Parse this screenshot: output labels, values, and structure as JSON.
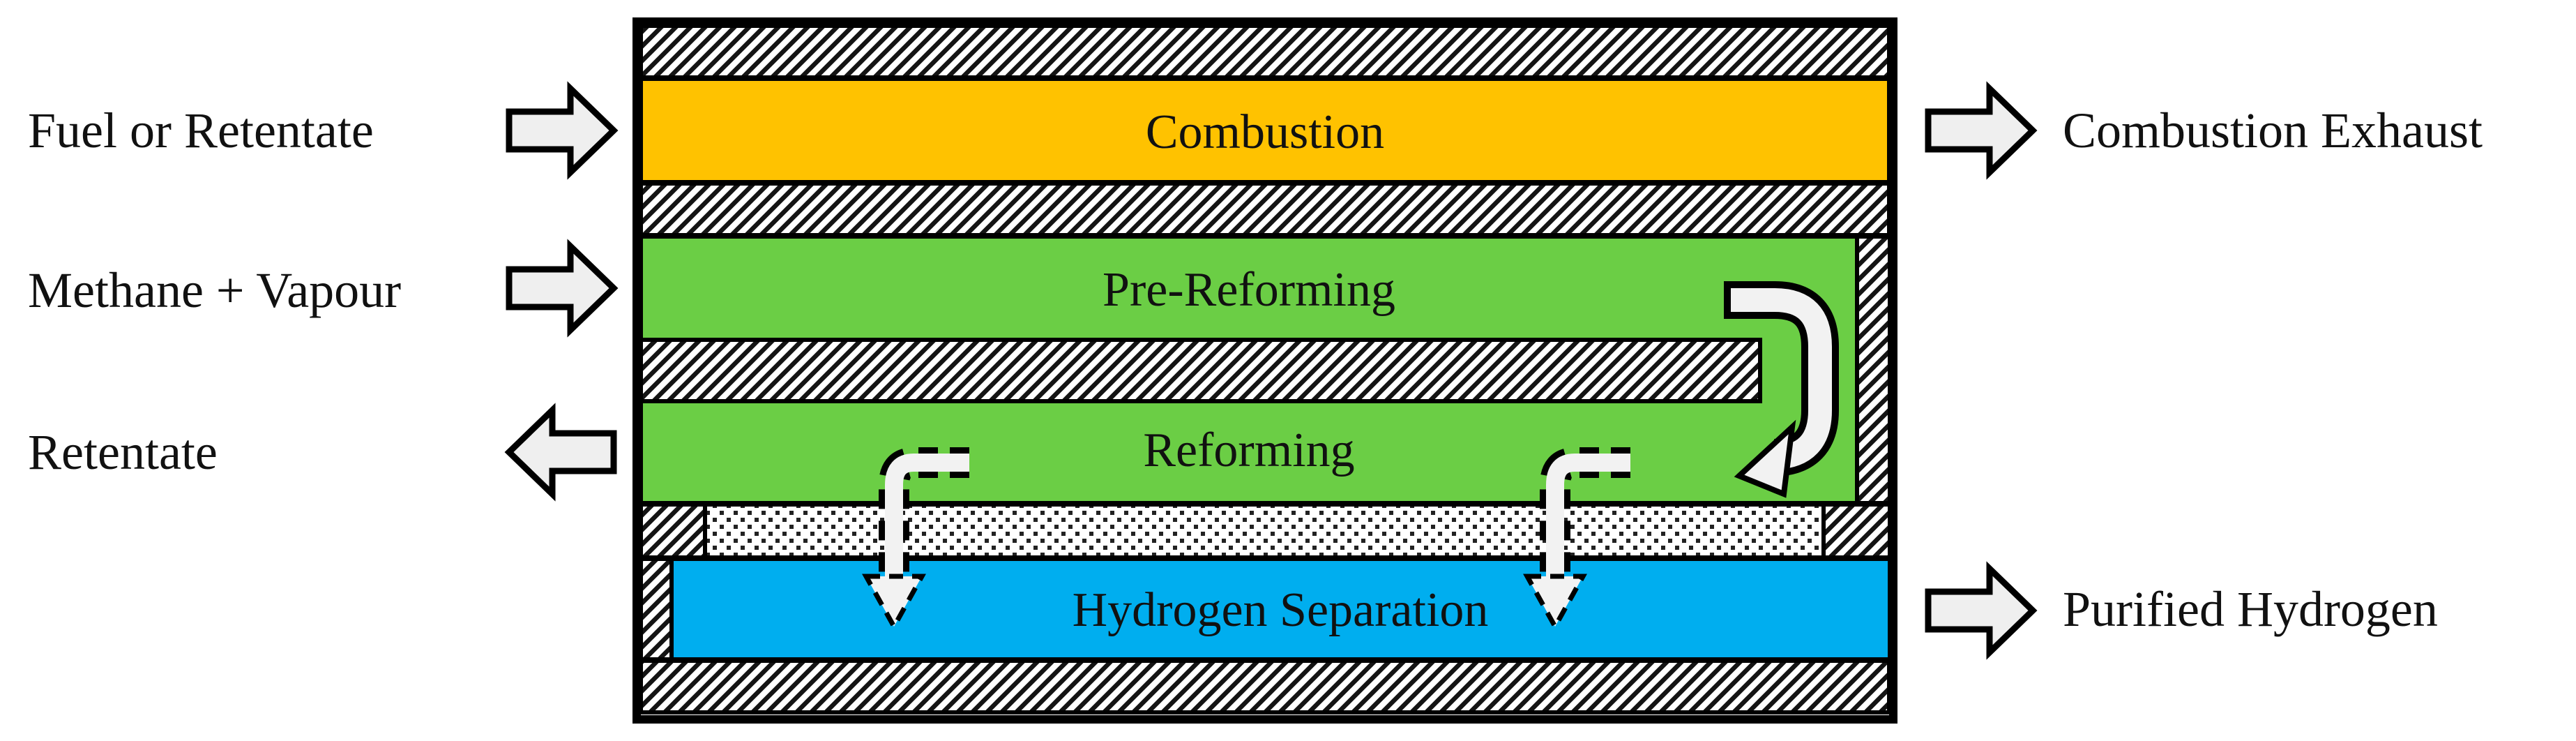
{
  "figure": {
    "title": "Membrane reformer layer diagram",
    "layers": {
      "combustion": "Combustion",
      "pre_reforming": "Pre-Reforming",
      "reforming": "Reforming",
      "hydrogen_separation": "Hydrogen Separation"
    },
    "left_labels": {
      "fuel": "Fuel or Retentate",
      "methane": "Methane + Vapour",
      "retentate": "Retentate"
    },
    "right_labels": {
      "combustion_exhaust": "Combustion Exhaust",
      "purified_hydrogen": "Purified Hydrogen"
    },
    "flow_arrows": {
      "fuel_in": "right-block-arrow",
      "methane_in": "right-block-arrow",
      "retentate_out": "left-block-arrow",
      "combustion_exhaust_out": "right-block-arrow",
      "purified_hydrogen_out": "right-block-arrow",
      "recirculation": "u-turn-solid-arrow",
      "permeation_left": "dashed-down-arrow",
      "permeation_right": "dashed-down-arrow"
    },
    "colors": {
      "combustion": "#FFC200",
      "reforming_green": "#6BCE45",
      "hydrogen_blue": "#00AEEF",
      "arrow_fill": "#EFEFEF",
      "flow_arrow_fill": "#F2F2F2",
      "outline": "#000000",
      "background": "#FFFFFF"
    }
  }
}
